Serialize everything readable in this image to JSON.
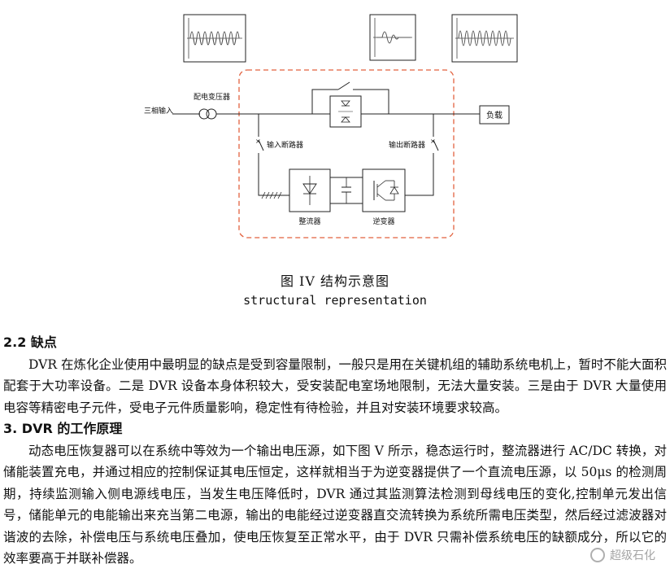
{
  "figure": {
    "label_input": "三相输入",
    "label_transformer": "配电变压器",
    "label_load": "负载",
    "label_input_breaker": "输入断路器",
    "label_output_breaker": "输出断路器",
    "label_rectifier": "整流器",
    "label_inverter": "逆变器"
  },
  "caption": {
    "cn": "图 IV 结构示意图",
    "en": "structural representation"
  },
  "section_2_2": {
    "heading": "2.2 缺点",
    "paragraph": "DVR 在炼化企业使用中最明显的缺点是受到容量限制，一般只是用在关键机组的辅助系统电机上，暂时不能大面积配套于大功率设备。二是 DVR 设备本身体积较大，受安装配电室场地限制，无法大量安装。三是由于 DVR 大量使用电容等精密电子元件，受电子元件质量影响，稳定性有待检验，并且对安装环境要求较高。"
  },
  "section_3": {
    "heading": "3. DVR 的工作原理",
    "paragraph": "动态电压恢复器可以在系统中等效为一个输出电压源，如下图 V 所示，稳态运行时，整流器进行 AC/DC 转换，对储能装置充电，并通过相应的控制保证其电压恒定，这样就相当于为逆变器提供了一个直流电压源，以 50μs 的检测周期，持续监测输入侧电源线电压，当发生电压降低时，DVR 通过其监测算法检测到母线电压的变化,控制单元发出信号，储能单元的电能输出来充当第二电源，输出的电能经过逆变器直交流转换为系统所需电压类型，然后经过滤波器对谐波的去除，补偿电压与系统电压叠加，使电压恢复至正常水平，由于 DVR 只需补偿系统电压的缺额成分，所以它的效率要高于并联补偿器。"
  },
  "watermark": {
    "text": "超级石化"
  }
}
